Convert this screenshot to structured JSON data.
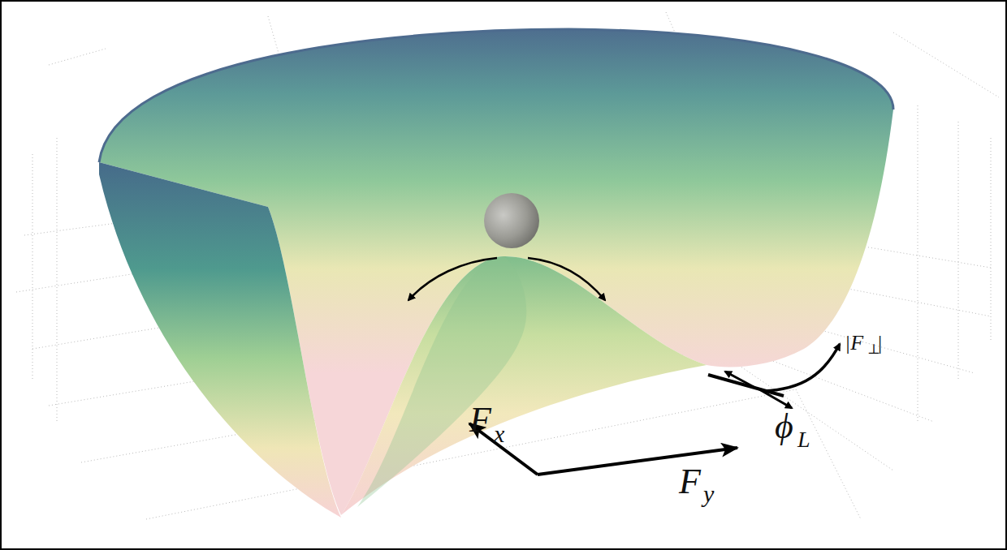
{
  "diagram": {
    "labels": [
      "F",
      "x",
      "F",
      "y",
      "ϕ",
      "L",
      "|F",
      "⊥",
      "|"
    ]
  }
}
